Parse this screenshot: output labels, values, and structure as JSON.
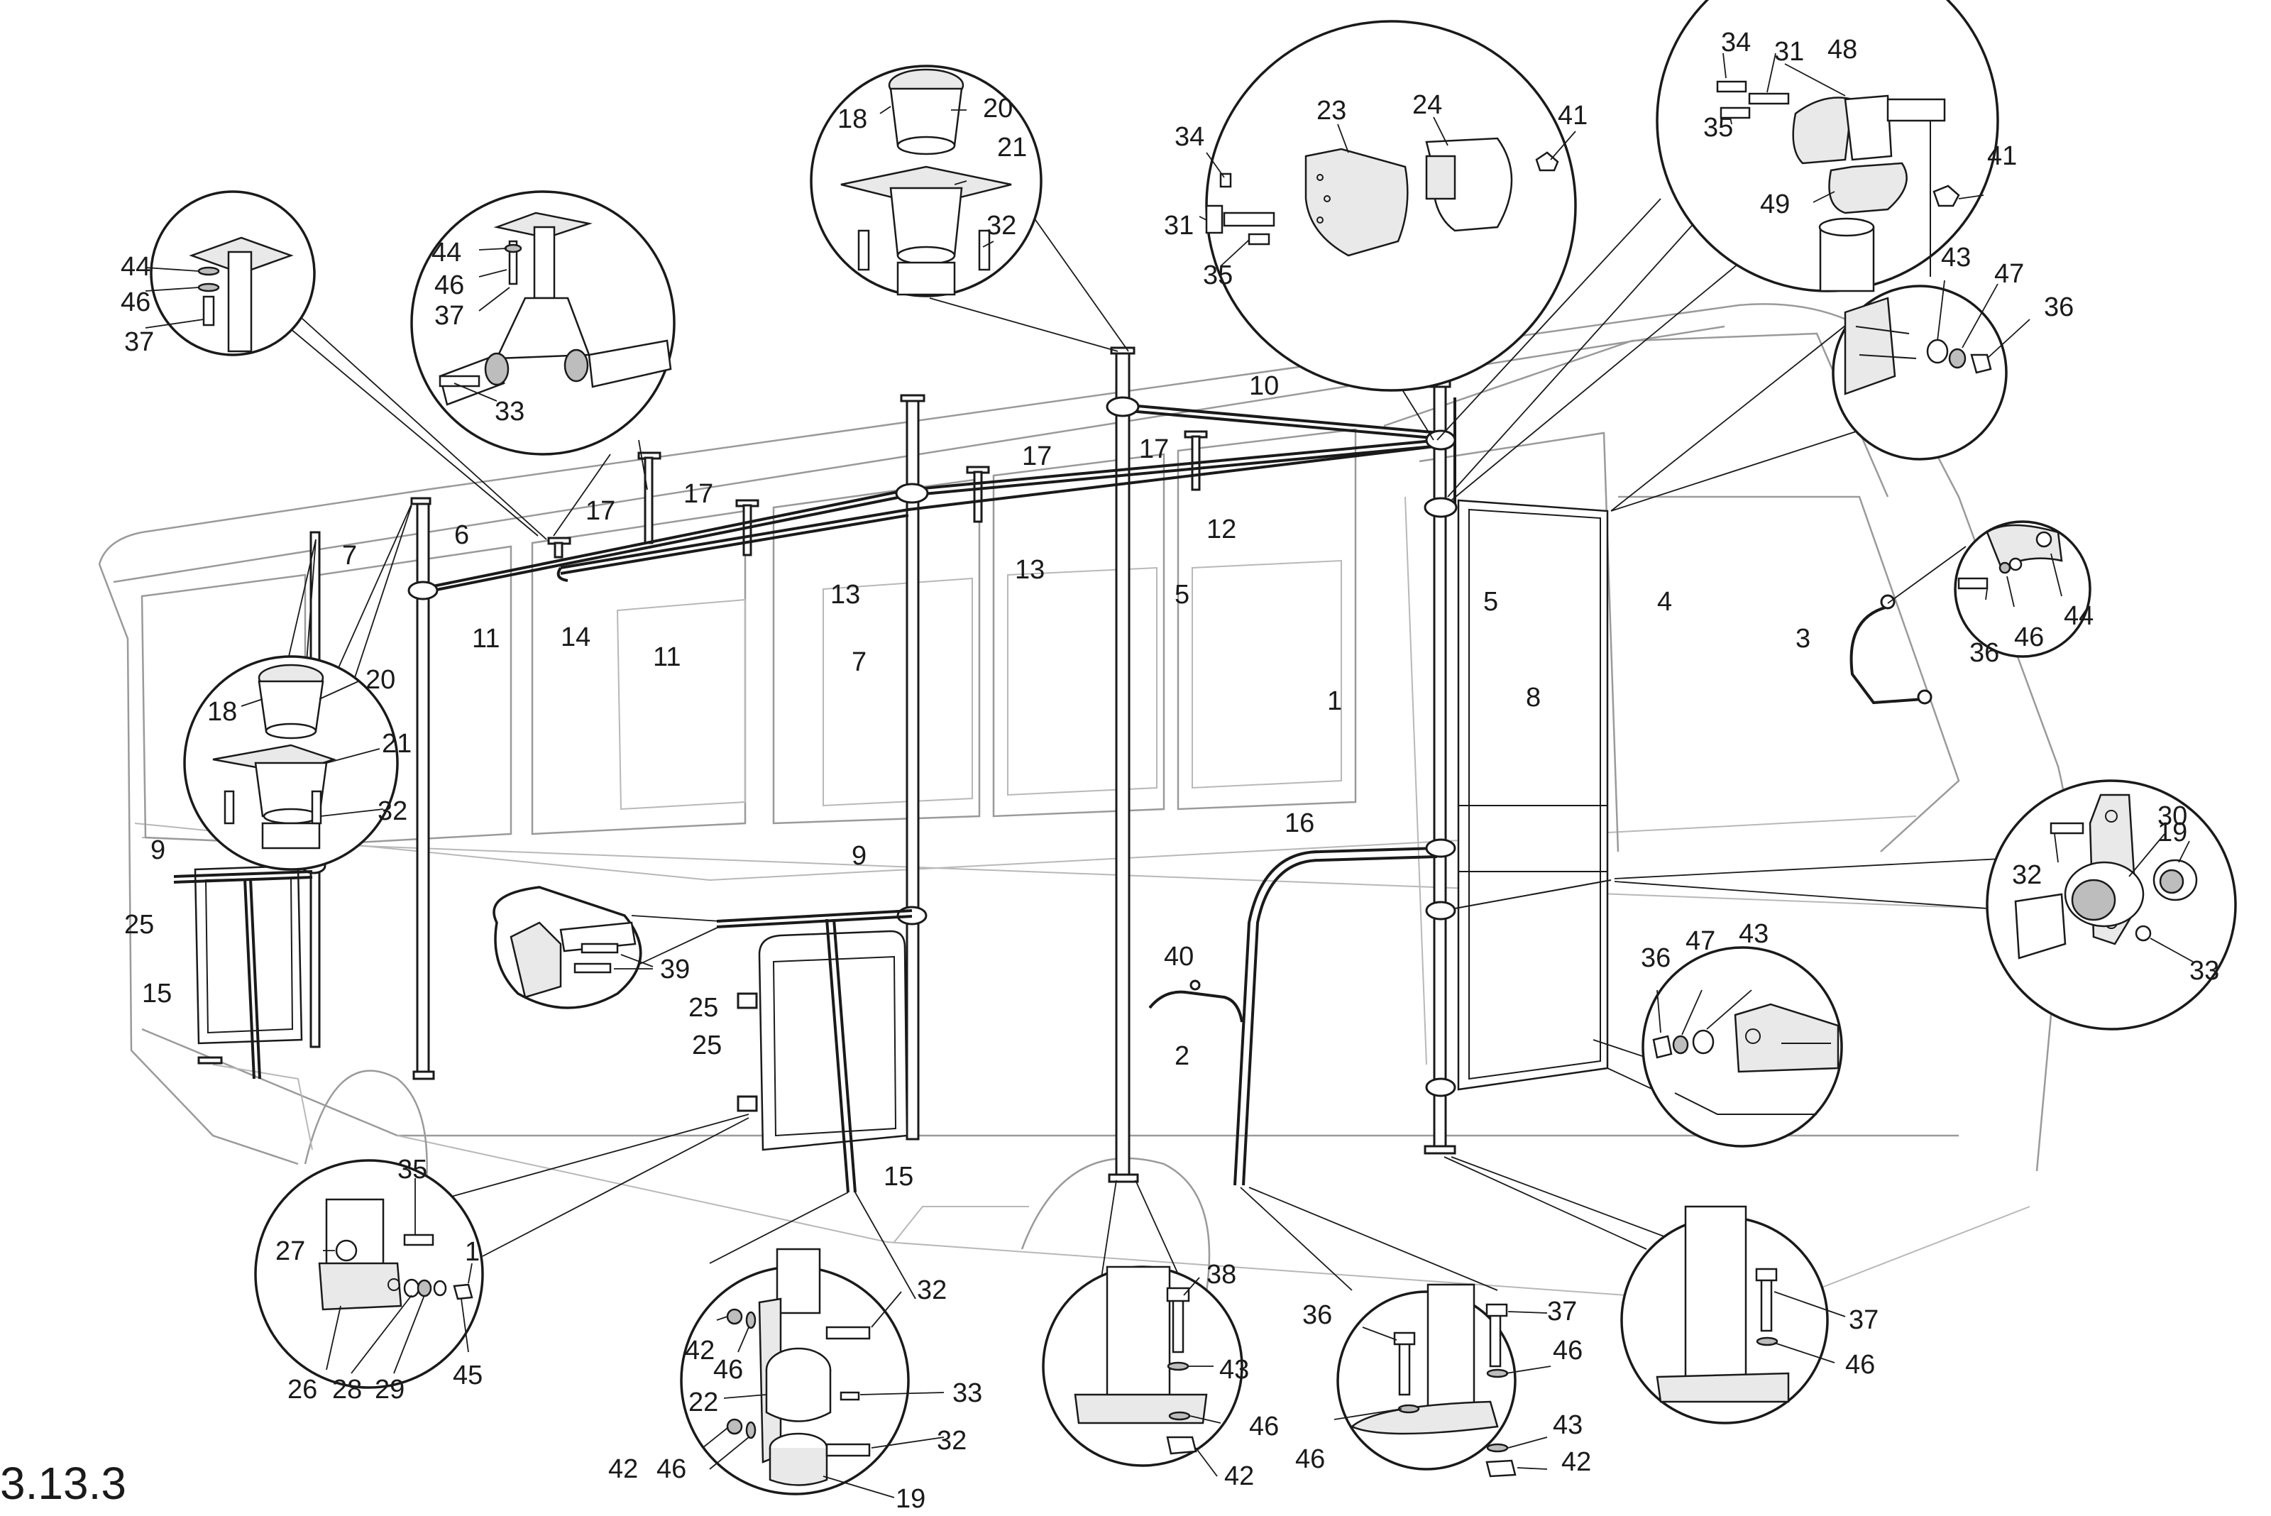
{
  "figure_number": "3.13.3",
  "callouts": {
    "c1": "1",
    "c2": "2",
    "c3": "3",
    "c4": "4",
    "c5a": "5",
    "c5b": "5",
    "c6": "6",
    "c7a": "7",
    "c7b": "7",
    "c8": "8",
    "c9a": "9",
    "c9b": "9",
    "c10": "10",
    "c11a": "11",
    "c11b": "11",
    "c12": "12",
    "c13a": "13",
    "c13b": "13",
    "c14": "14",
    "c15a": "15",
    "c15b": "15",
    "c16": "16",
    "c17a": "17",
    "c17b": "17",
    "c17c": "17",
    "c17d": "17",
    "c18a": "18",
    "c18b": "18",
    "c19a": "19",
    "c19b": "19",
    "c20a": "20",
    "c20b": "20",
    "c21a": "21",
    "c21b": "21",
    "c22": "22",
    "c23": "23",
    "c24": "24",
    "c25a": "25",
    "c25b": "25",
    "c25c": "25",
    "c26": "26",
    "c27": "27",
    "c28": "28",
    "c29": "29",
    "c30": "30",
    "c31a": "31",
    "c31b": "31",
    "c32a": "32",
    "c32b": "32",
    "c32c": "32",
    "c32d": "32",
    "c32e": "32",
    "c33a": "33",
    "c33b": "33",
    "c33c": "33",
    "c34a": "34",
    "c34b": "34",
    "c35a": "35",
    "c35b": "35",
    "c35c": "35",
    "c36a": "36",
    "c36b": "36",
    "c36c": "36",
    "c36d": "36",
    "c37a": "37",
    "c37b": "37",
    "c37c": "37",
    "c37d": "37",
    "c38": "38",
    "c39": "39",
    "c40": "40",
    "c41a": "41",
    "c41b": "41",
    "c42a": "42",
    "c42b": "42",
    "c42c": "42",
    "c42d": "42",
    "c43a": "43",
    "c43b": "43",
    "c43c": "43",
    "c43d": "43",
    "c44a": "44",
    "c44b": "44",
    "c44c": "44",
    "c45": "45",
    "c46a": "46",
    "c46b": "46",
    "c46c": "46",
    "c46d": "46",
    "c46e": "46",
    "c46f": "46",
    "c46g": "46",
    "c46h": "46",
    "c46i": "46",
    "c47a": "47",
    "c47b": "47",
    "c48": "48",
    "c49": "49"
  }
}
